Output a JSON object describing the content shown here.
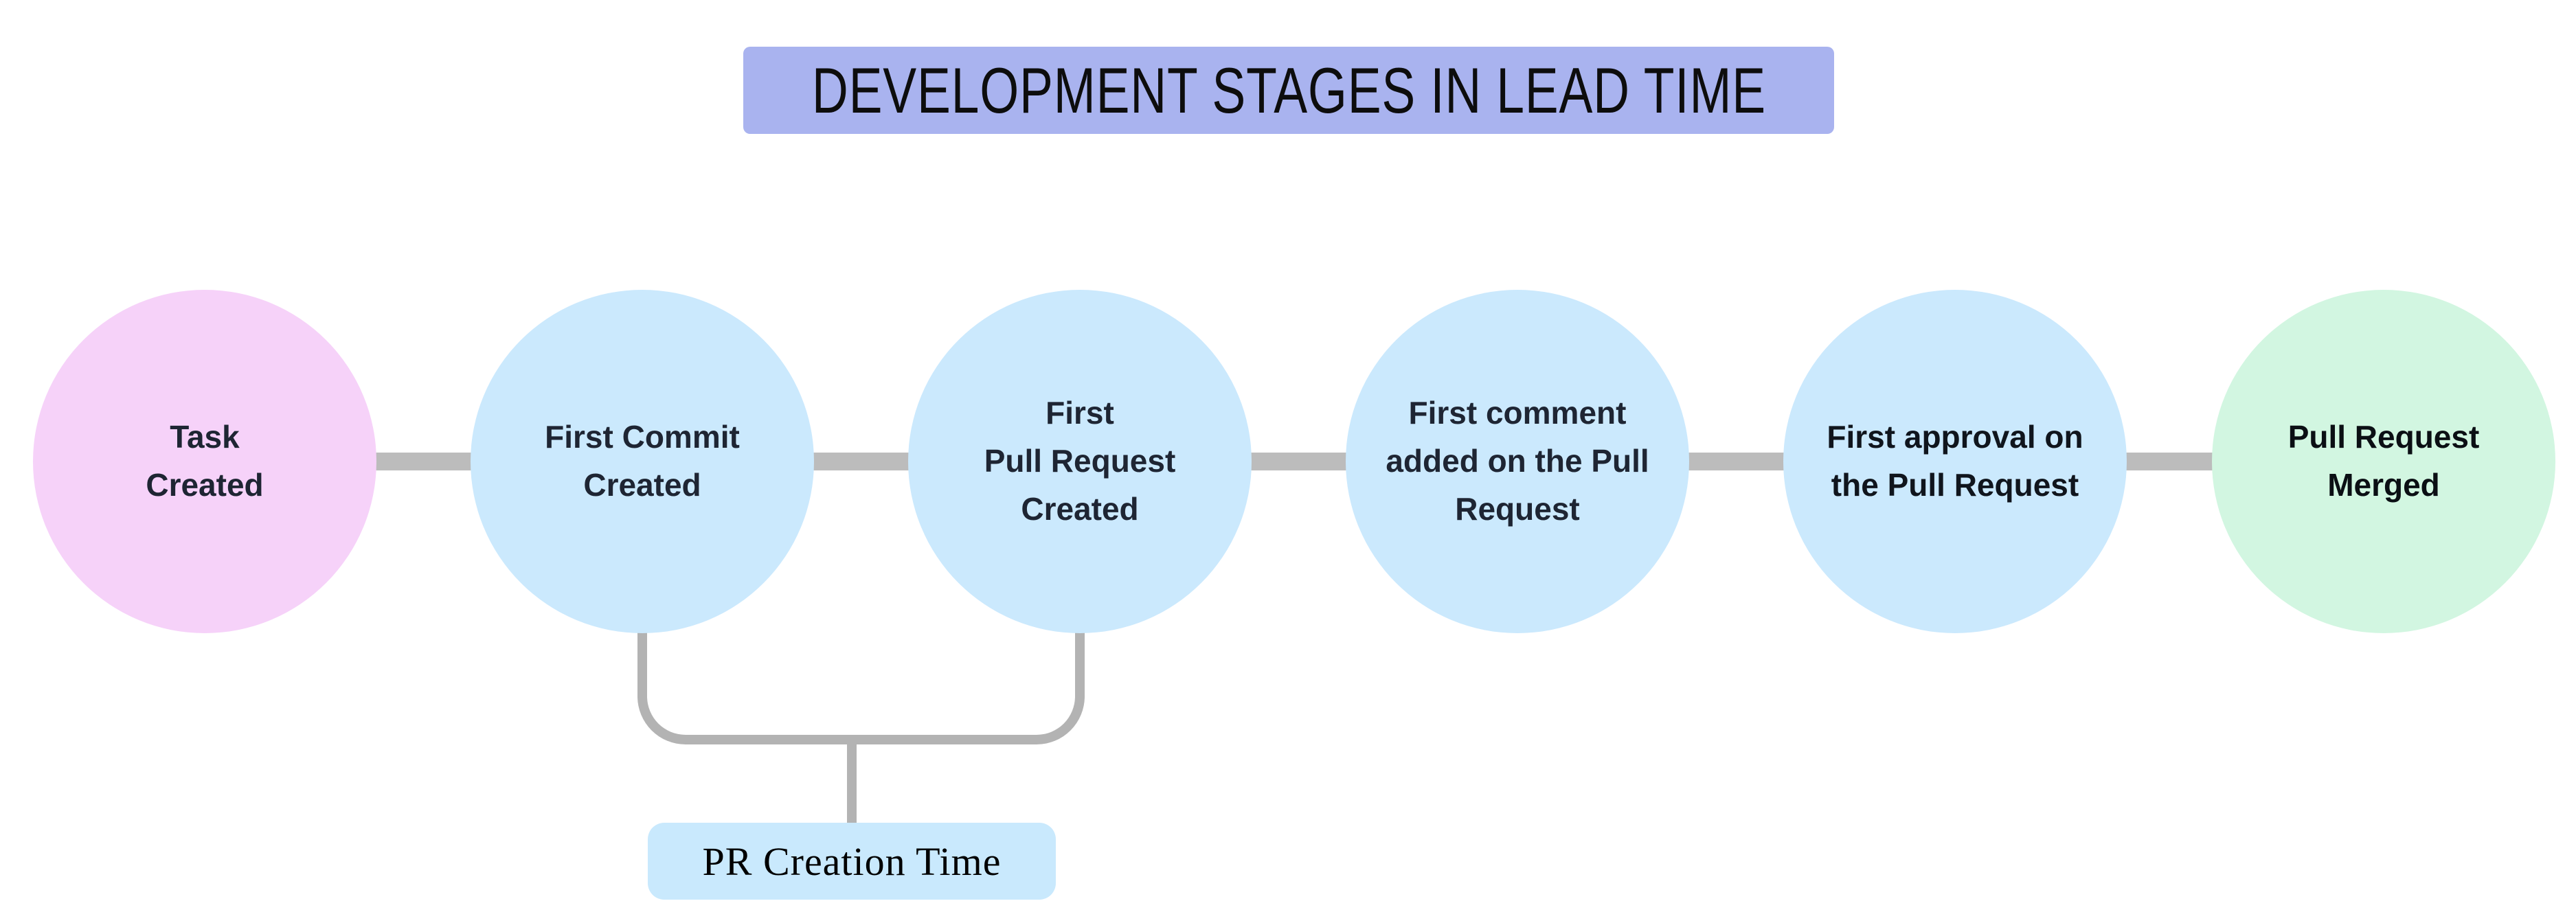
{
  "title": {
    "text": "DEVELOPMENT STAGES IN LEAD TIME",
    "bg_color": "#a9b3ef",
    "text_color": "#0d0d0d"
  },
  "stages": [
    {
      "label": "Task\nCreated",
      "fill": "#f6d2f9",
      "text_color": "#1e2533"
    },
    {
      "label": "First Commit\nCreated",
      "fill": "#cbe9fd",
      "text_color": "#1e2533"
    },
    {
      "label": "First\nPull Request\nCreated",
      "fill": "#cbe9fd",
      "text_color": "#1e2533"
    },
    {
      "label": "First comment\nadded on the Pull\nRequest",
      "fill": "#cbe9fd",
      "text_color": "#1e2533"
    },
    {
      "label": "First approval on\nthe Pull Request",
      "fill": "#cbe9fd",
      "text_color": "#10151d"
    },
    {
      "label": "Pull Request\nMerged",
      "fill": "#d2f6e1",
      "text_color": "#0b0f14"
    }
  ],
  "connector_color": "#bcbcbc",
  "bracket": {
    "label": "PR Creation Time",
    "label_bg": "#c9e9fd",
    "label_color": "#000000",
    "line_color": "#b3b3b3"
  }
}
